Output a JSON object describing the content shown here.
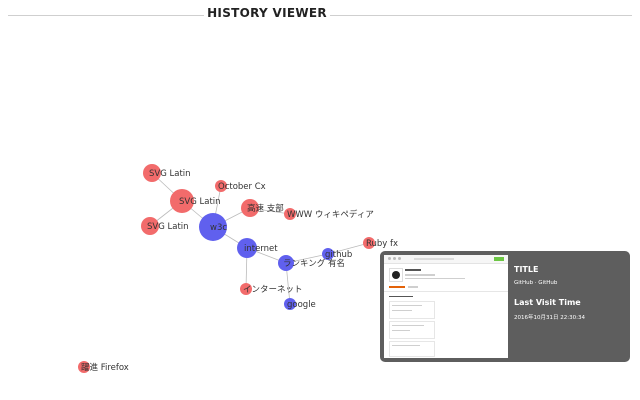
{
  "header": {
    "title": "HISTORY VIEWER"
  },
  "graph": {
    "colors": {
      "red": "#f26b6b",
      "blue": "#6060ee",
      "edge": "#bbbbbb",
      "label": "#333333"
    },
    "nodes": [
      {
        "id": "w3c",
        "label": "w3c",
        "color": "blue"
      },
      {
        "id": "internet_en",
        "label": "internet",
        "color": "blue"
      },
      {
        "id": "ranking",
        "label": "ランキング 有名",
        "color": "blue"
      },
      {
        "id": "github",
        "label": "github",
        "color": "blue"
      },
      {
        "id": "google",
        "label": "google",
        "color": "blue"
      },
      {
        "id": "svg_latin_1",
        "label": "SVG Latin",
        "color": "red"
      },
      {
        "id": "svg_latin_2",
        "label": "SVG Latin",
        "color": "red"
      },
      {
        "id": "svg_latin_3",
        "label": "SVG Latin",
        "color": "red"
      },
      {
        "id": "october",
        "label": "October Cx",
        "color": "red"
      },
      {
        "id": "shibu",
        "label": "高速 支部",
        "color": "red"
      },
      {
        "id": "www_wiki",
        "label": "WWW ウィキペディア",
        "color": "red"
      },
      {
        "id": "ruby",
        "label": "Ruby fx",
        "color": "red"
      },
      {
        "id": "internet_ja",
        "label": "インターネット",
        "color": "red"
      },
      {
        "id": "firefox",
        "label": "躍進 Firefox",
        "color": "red"
      }
    ]
  },
  "detail": {
    "title_heading": "TITLE",
    "title_value": "GitHub · GitHub",
    "visit_heading": "Last Visit Time",
    "visit_value": "2016年10月31日 22:30:34",
    "thumbnail_name": "GitHub"
  }
}
